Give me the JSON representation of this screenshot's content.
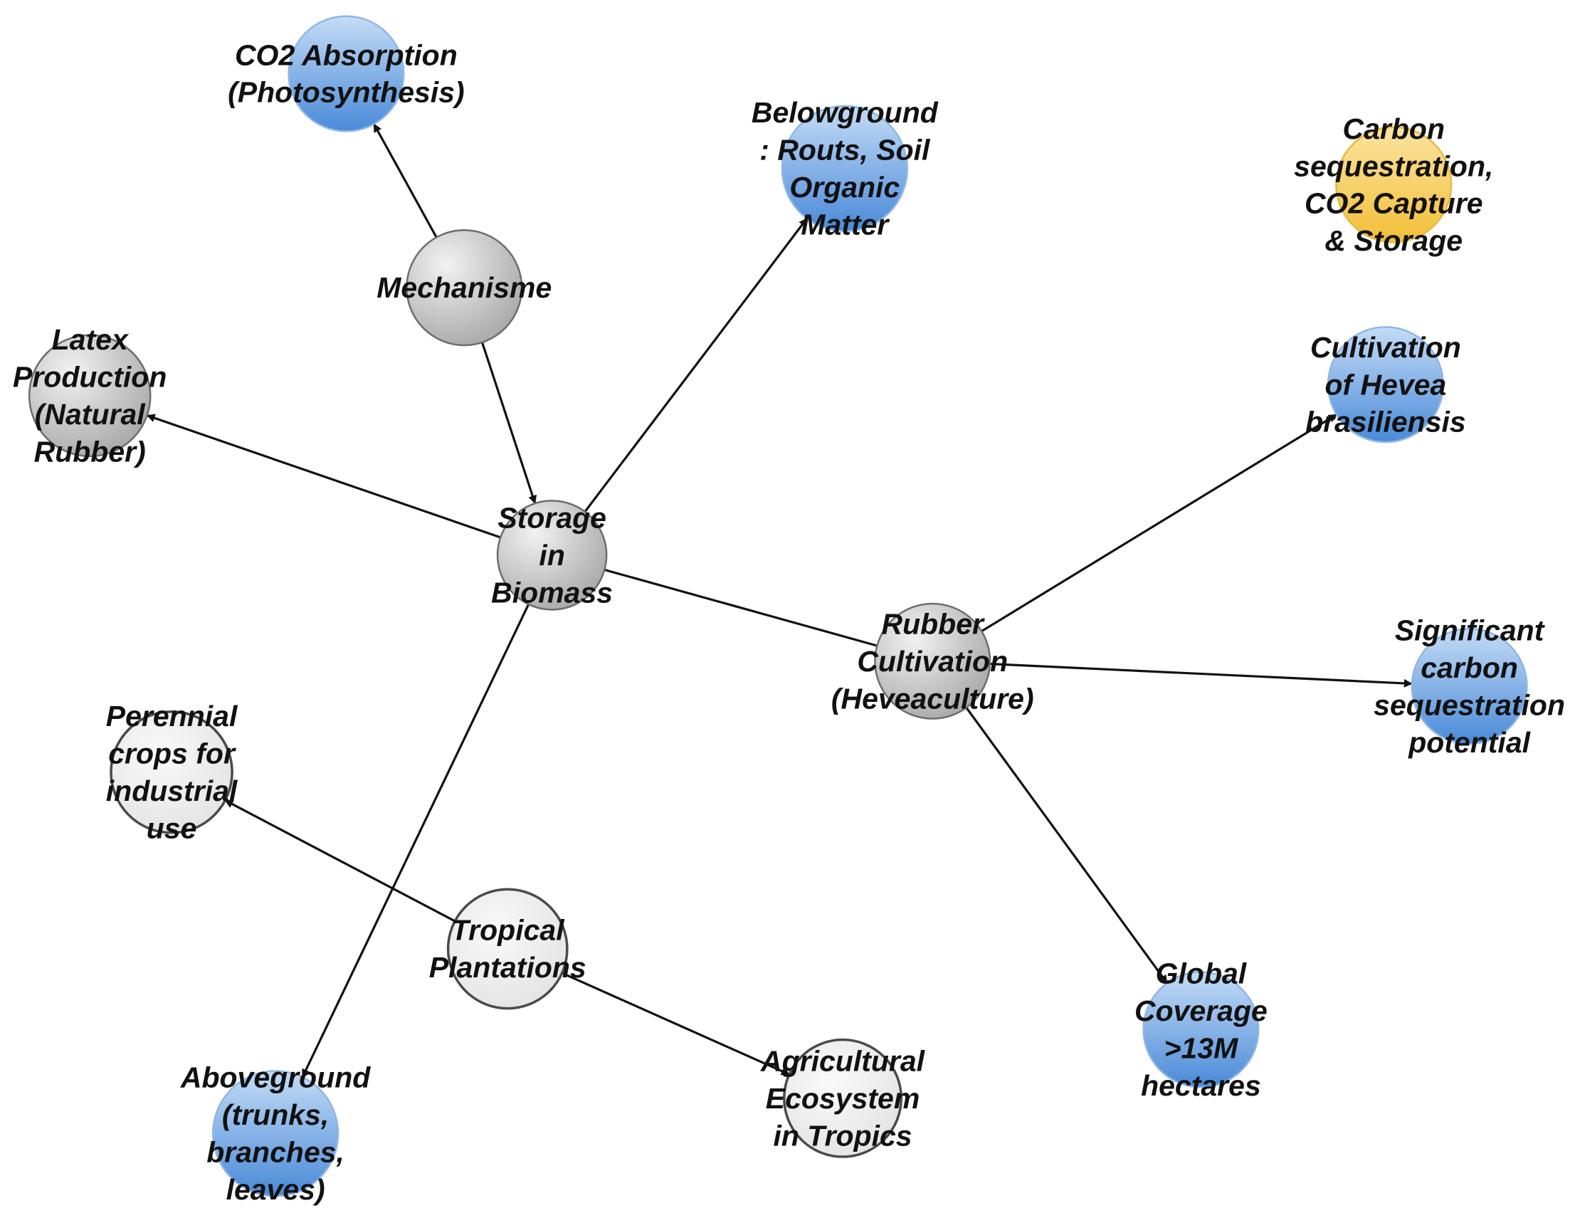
{
  "colors": {
    "gray_node": "#c9c9c9",
    "light_node": "#f0f0f0",
    "blue_node": "#6aa2e0",
    "yellow_node": "#f7cd52",
    "edge": "#111111",
    "text": "#111111"
  },
  "nodes": [
    {
      "id": "mechanisme",
      "style": "gray",
      "lines": [
        "Mechanisme"
      ]
    },
    {
      "id": "storage-biomass",
      "style": "gray",
      "lines": [
        "Storage",
        "in",
        "Biomass"
      ]
    },
    {
      "id": "rubber-cultivation",
      "style": "gray",
      "lines": [
        "Rubber",
        "Cultivation",
        "(Heveaculture)"
      ]
    },
    {
      "id": "tropical-plantations",
      "style": "light",
      "lines": [
        "Tropical",
        "Plantations"
      ]
    },
    {
      "id": "latex-production",
      "style": "gray",
      "lines": [
        "Latex",
        "Production",
        "(Natural",
        "Rubber)"
      ]
    },
    {
      "id": "co2-absorption",
      "style": "blue",
      "lines": [
        "CO2 Absorption",
        "(Photosynthesis)"
      ]
    },
    {
      "id": "belowground",
      "style": "blue",
      "lines": [
        "Belowground",
        ": Routs, Soil",
        "Organic",
        "Matter"
      ]
    },
    {
      "id": "carbon-sequestration",
      "style": "yellow",
      "lines": [
        "Carbon",
        "sequestration,",
        "CO2 Capture",
        "& Storage"
      ]
    },
    {
      "id": "cultivation-hevea",
      "style": "blue",
      "lines": [
        "Cultivation",
        "of Hevea",
        "brasiliensis"
      ]
    },
    {
      "id": "significant-carbon",
      "style": "blue",
      "lines": [
        "Significant",
        "carbon",
        "sequestration",
        "potential"
      ]
    },
    {
      "id": "global-coverage",
      "style": "blue",
      "lines": [
        "Global",
        "Coverage",
        ">13M",
        "hectares"
      ]
    },
    {
      "id": "perennial-crops",
      "style": "light",
      "lines": [
        "Perennial",
        "crops for",
        "industrial",
        "use"
      ]
    },
    {
      "id": "aboveground",
      "style": "blue",
      "lines": [
        "Aboveground",
        "(trunks,",
        "branches,",
        "leaves)"
      ]
    },
    {
      "id": "agricultural-ecosystem",
      "style": "light",
      "lines": [
        "Agricultural",
        "Ecosystem",
        "in Tropics"
      ]
    }
  ],
  "edges": [
    {
      "from": "mechanisme",
      "to": "co2-absorption",
      "arrow": true
    },
    {
      "from": "mechanisme",
      "to": "storage-biomass",
      "arrow": true
    },
    {
      "from": "storage-biomass",
      "to": "belowground",
      "arrow": true
    },
    {
      "from": "storage-biomass",
      "to": "latex-production",
      "arrow": true
    },
    {
      "from": "storage-biomass",
      "to": "aboveground",
      "arrow": true
    },
    {
      "from": "storage-biomass",
      "to": "rubber-cultivation",
      "arrow": false
    },
    {
      "from": "rubber-cultivation",
      "to": "cultivation-hevea",
      "arrow": true
    },
    {
      "from": "rubber-cultivation",
      "to": "significant-carbon",
      "arrow": true
    },
    {
      "from": "rubber-cultivation",
      "to": "global-coverage",
      "arrow": true
    },
    {
      "from": "tropical-plantations",
      "to": "perennial-crops",
      "arrow": true
    },
    {
      "from": "tropical-plantations",
      "to": "agricultural-ecosystem",
      "arrow": true
    }
  ]
}
